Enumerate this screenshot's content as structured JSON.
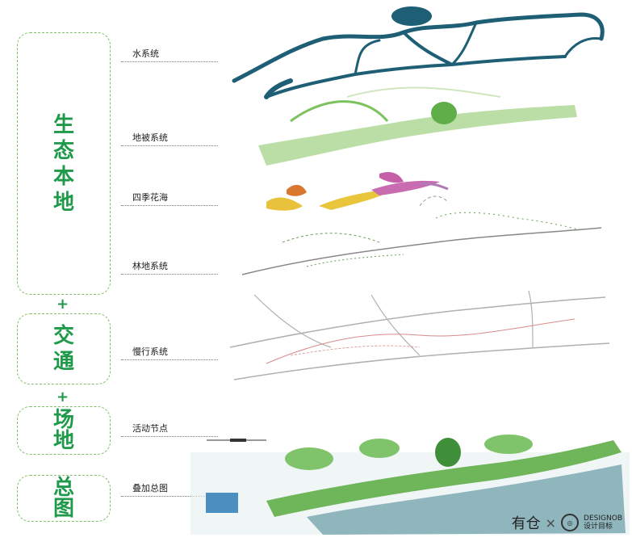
{
  "stages": [
    {
      "label": "生态本地",
      "chars": [
        "生",
        "态",
        "本",
        "地"
      ]
    },
    {
      "label": "交通",
      "chars": [
        "交",
        "通"
      ]
    },
    {
      "label": "场地",
      "chars": [
        "场",
        "地"
      ]
    },
    {
      "label": "总图",
      "chars": [
        "总",
        "图"
      ]
    }
  ],
  "connectors": {
    "plus": "+",
    "arrow": "down-arrow-icon"
  },
  "layers": [
    "水系统",
    "地被系统",
    "四季花海",
    "林地系统",
    "慢行系统",
    "活动节点",
    "叠加总图"
  ],
  "logo": {
    "left": "有仓",
    "cross": "×",
    "brand_top": "DESIGNOB",
    "brand_bottom": "设计目标"
  },
  "colors": {
    "accent": "#1f9a4a",
    "dash": "#7fbf6a",
    "water": "#1e5f75",
    "green": "#7cc25e"
  }
}
